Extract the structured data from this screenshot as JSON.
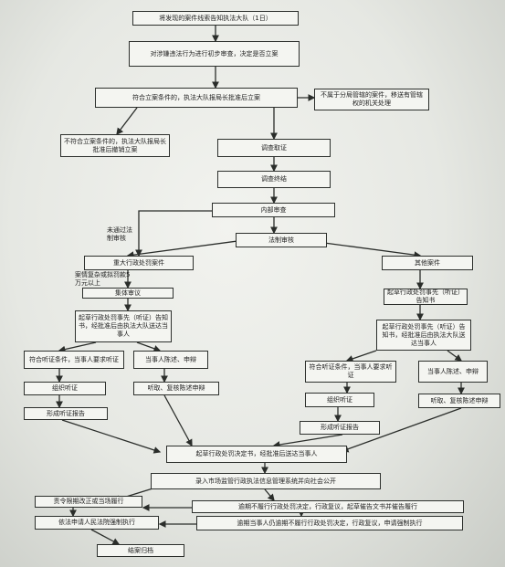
{
  "nodes": {
    "n_start": "将发现的案件线索告知执法大队（1日）",
    "n_review": "对涉嫌违法行为进行初步审查，决定是否立案",
    "n_file": "符合立案条件的，执法大队报局长批准后立案",
    "n_transfer": "不属于分局管辖的案件，移送有管辖权的机关处理",
    "n_nofile": "不符合立案条件的，执法大队报局长批准后撤销立案",
    "n_evidence": "调查取证",
    "n_suggest": "调查终结",
    "n_audit": "内部审查",
    "n_legal": "法制审核",
    "n_major": "重大行政处罚案件",
    "n_other": "其他案件",
    "n_collective": "集体审议",
    "n_notice_major": "起草行政处罚事先（听证）告知书，经批准后由执法大队送达当事人",
    "n_notice_other_title": "起草行政处罚事先（听证）告知书",
    "n_notice_other": "起草行政处罚事先（听证）告知书，经批准后由执法大队送达当事人",
    "n_hear_req_l": "符合听证条件，当事人要求听证",
    "n_defend_l": "当事人陈述、申辩",
    "n_org_hear_l": "组织听证",
    "n_review_l": "听取、复核陈述申辩",
    "n_report_l": "形成听证报告",
    "n_hear_req_r": "符合听证条件，当事人要求听证",
    "n_defend_r": "当事人陈述、申辩",
    "n_org_hear_r": "组织听证",
    "n_review_r": "听取、复核陈述申辩",
    "n_report_r": "形成听证报告",
    "n_decision": "起草行政处罚决定书，经批准后送达当事人",
    "n_publish": "录入市场监管行政执法信息管理系统并向社会公开",
    "n_enforce": "责令限期改正或当场履行",
    "n_court": "逾期不履行行政处罚决定，行政复议，起草催告文书并催告履行",
    "n_apply": "依法申请人民法院强制执行",
    "n_noexec": "逾期当事人仍逾期不履行行政处罚决定，行政复议，申请强制执行",
    "n_close": "结案归档"
  },
  "labels": {
    "l_return": "未通过法制审核",
    "l_fine": "案情复杂或拟罚款5万元以上"
  }
}
